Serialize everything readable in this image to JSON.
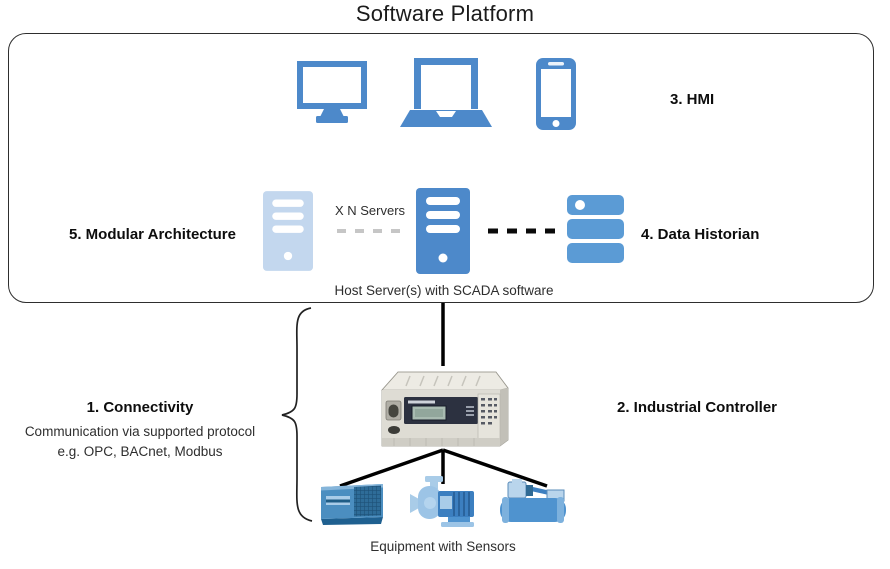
{
  "title": "Software Platform",
  "colors": {
    "device_blue": "#4d89ca",
    "faded_server_blue": "#c3d7ee",
    "historian_blue": "#5b9bd5",
    "dash_gray": "#c6c6c6",
    "connector_black": "#000000",
    "box_border": "#2e2e2e"
  },
  "platform": {
    "hmi_label": "3. HMI",
    "modular_label": "5. Modular Architecture",
    "xn_servers_label": "X N Servers",
    "historian_label": "4. Data Historian",
    "host_caption": "Host Server(s) with SCADA software"
  },
  "field": {
    "connectivity_label": "1. Connectivity",
    "connectivity_desc_line1": "Communication via supported protocol",
    "connectivity_desc_line2": "e.g. OPC, BACnet, Modbus",
    "controller_label": "2. Industrial Controller",
    "equipment_caption": "Equipment with Sensors"
  },
  "icons": {
    "hmi_devices": [
      "desktop-monitor-icon",
      "laptop-icon",
      "smartphone-icon"
    ],
    "server_tier": [
      "server-tower-faded-icon",
      "server-tower-icon",
      "data-historian-icon"
    ],
    "controller": "plc-controller-image",
    "equipment": [
      "air-handler-icon",
      "centrifugal-pump-icon",
      "compressor-tank-icon"
    ]
  }
}
